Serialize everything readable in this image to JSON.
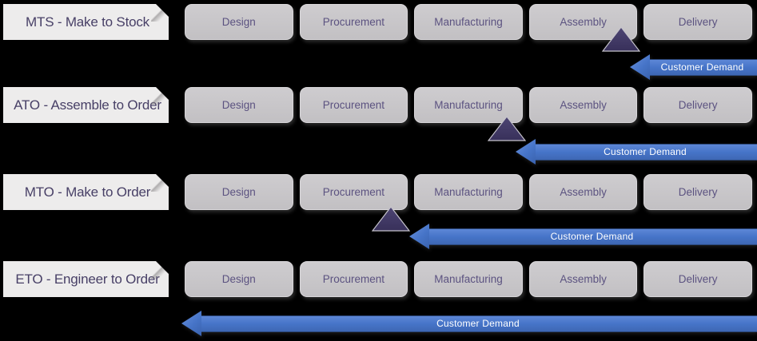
{
  "diagram": {
    "subject": "Manufacturing strategies and customer order decoupling points",
    "stage_sequence": [
      "Design",
      "Procurement",
      "Manufacturing",
      "Assembly",
      "Delivery"
    ],
    "colors": {
      "background": "#000000",
      "strategy_label_fill": "#edecec",
      "stage_box_fill": "#c7c5c8",
      "text_purple": "#5b5280",
      "label_text": "#473f66",
      "triangle_fill": "#433a62",
      "arrow_blue": "#4674c8",
      "arrow_text": "#ffffff"
    }
  },
  "rows": [
    {
      "id": "MTS",
      "label": "MTS - Make to Stock",
      "stages": [
        "Design",
        "Procurement",
        "Manufacturing",
        "Assembly",
        "Delivery"
      ],
      "arrow_label": "Customer Demand",
      "decoupling_point": "between Assembly and Delivery"
    },
    {
      "id": "ATO",
      "label": "ATO - Assemble to Order",
      "stages": [
        "Design",
        "Procurement",
        "Manufacturing",
        "Assembly",
        "Delivery"
      ],
      "arrow_label": "Customer Demand",
      "decoupling_point": "between Manufacturing and Assembly"
    },
    {
      "id": "MTO",
      "label": "MTO - Make to Order",
      "stages": [
        "Design",
        "Procurement",
        "Manufacturing",
        "Assembly",
        "Delivery"
      ],
      "arrow_label": "Customer Demand",
      "decoupling_point": "between Procurement and Manufacturing"
    },
    {
      "id": "ETO",
      "label": "ETO - Engineer to Order",
      "stages": [
        "Design",
        "Procurement",
        "Manufacturing",
        "Assembly",
        "Delivery"
      ],
      "arrow_label": "Customer Demand",
      "decoupling_point": "before Design"
    }
  ]
}
